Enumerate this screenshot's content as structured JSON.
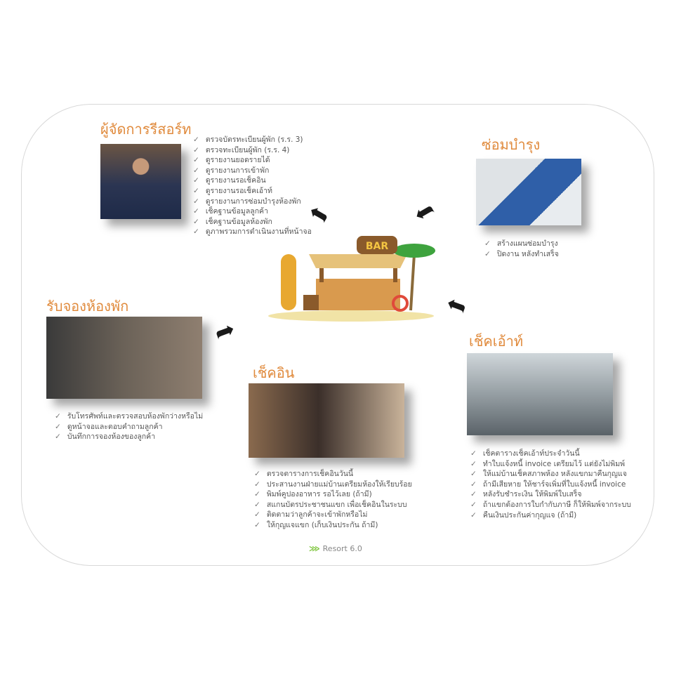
{
  "manager": {
    "title": "ผู้จัดการรีสอร์ท",
    "items": [
      "ตรวจบัตรทะเบียนผู้พัก (ร.ร. 3)",
      "ตรวจทะเบียนผู้พัก (ร.ร. 4)",
      "ดูรายงานยอดรายได้",
      "ดูรายงานการเข้าพัก",
      "ดูรายงานรอเช็คอิน",
      "ดูรายงานรอเช็คเอ้าท์",
      "ดูรายงานการซ่อมบำรุงห้องพัก",
      "เช็คฐานข้อมูลลูกค้า",
      "เช็คฐานข้อมูลห้องพัก",
      "ดูภาพรวมการดำเนินงานที่หน้าจอ"
    ]
  },
  "maintenance": {
    "title": "ซ่อมบำรุง",
    "items": [
      "สร้างแผนซ่อมบำรุง",
      "ปิดงาน หลังทำเสร็จ"
    ]
  },
  "reservation": {
    "title": "รับจองห้องพัก",
    "items": [
      "รับโทรศัพท์และตรวจสอบห้องพักว่างหรือไม่",
      "ดูหน้าจอและตอบคำถามลูกค้า",
      "บันทึกการจองห้องของลูกค้า"
    ]
  },
  "checkin": {
    "title": "เช็คอิน",
    "items": [
      "ตรวจตารางการเช็คอินวันนี้",
      "ประสานงานฝ่ายแม่บ้านเตรียมห้องให้เรียบร้อย",
      "พิมพ์คูปองอาหาร  รอไว้เลย (ถ้ามี)",
      "สแกนบัตรประชาชนแขก เพื่อเช็คอินในระบบ",
      "ติดตามว่าลูกค้าจะเข้าพักหรือไม่",
      "ให้กุญแจแขก (เก็บเงินประกัน ถ้ามี)"
    ]
  },
  "checkout": {
    "title": "เช็คเอ้าท์",
    "items": [
      "เช็คตารางเช็คเอ้าท์ประจำวันนี้",
      "ทำใบแจ้งหนี้ invoice เตรียมไว้ แต่ยังไม่พิมพ์",
      "ให้แม่บ้านเช็คสภาพห้อง หลังแขกมาคืนกุญแจ",
      "ถ้ามีเสียหาย ให้ชาร์จเพิ่มที่ใบแจ้งหนี้ invoice",
      "หลังรับชำระเงิน ให้พิมพ์ใบเสร็จ",
      "ถ้าแขกต้องการใบกำกับภาษี ก็ให้พิมพ์จากระบบ",
      "คืนเงินประกันค่ากุญแจ (ถ้ามี)"
    ]
  },
  "bar_sign": "BAR",
  "footer": "Resort 6.0",
  "colors": {
    "accent": "#e08a3c"
  }
}
